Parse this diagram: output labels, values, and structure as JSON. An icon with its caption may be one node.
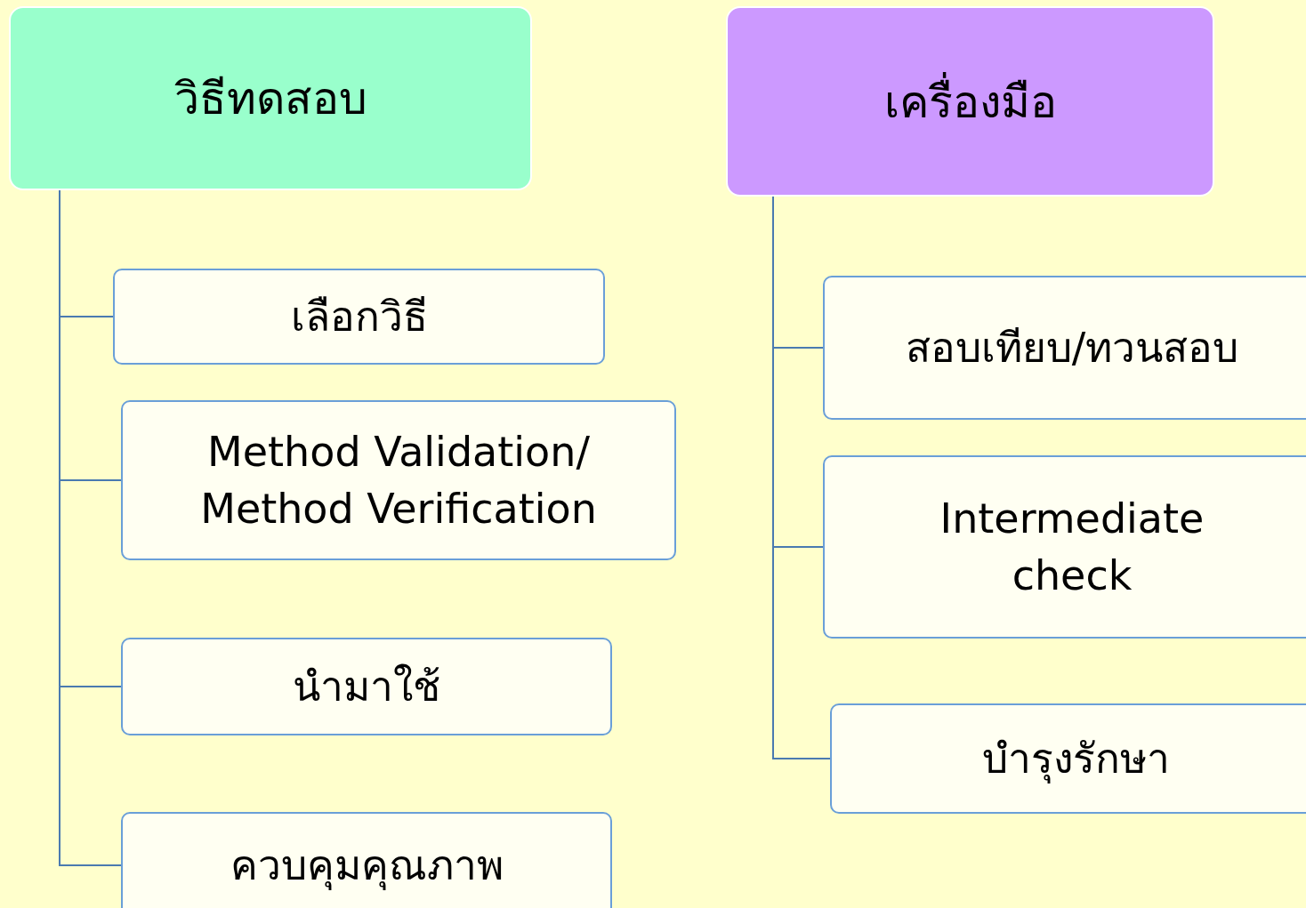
{
  "diagram": {
    "nodes": [
      {
        "text": [
          "วิธีทดสอบ"
        ]
      },
      {
        "text": [
          "เลือกวิธี"
        ]
      },
      {
        "text": [
          "Method Validation/ Method Verification"
        ]
      },
      {
        "text": [
          "นำมาใช้"
        ]
      },
      {
        "text": [
          "ควบคุมคุณภาพ"
        ]
      },
      {
        "text": [
          "เครื่องมือ"
        ]
      },
      {
        "text": [
          "สอบเทียบ/ทวนสอบ"
        ]
      },
      {
        "text": [
          "Intermediate check"
        ]
      },
      {
        "text": [
          "บำรุงรักษา"
        ]
      }
    ],
    "edges": [
      {
        "from": 0,
        "to": 1,
        "arrow": "none"
      },
      {
        "from": 0,
        "to": 2,
        "arrow": "none"
      },
      {
        "from": 0,
        "to": 3,
        "arrow": "none"
      },
      {
        "from": 0,
        "to": 4,
        "arrow": "none"
      },
      {
        "from": 5,
        "to": 6,
        "arrow": "none"
      },
      {
        "from": 5,
        "to": 7,
        "arrow": "none"
      },
      {
        "from": 5,
        "to": 8,
        "arrow": "none"
      }
    ]
  }
}
